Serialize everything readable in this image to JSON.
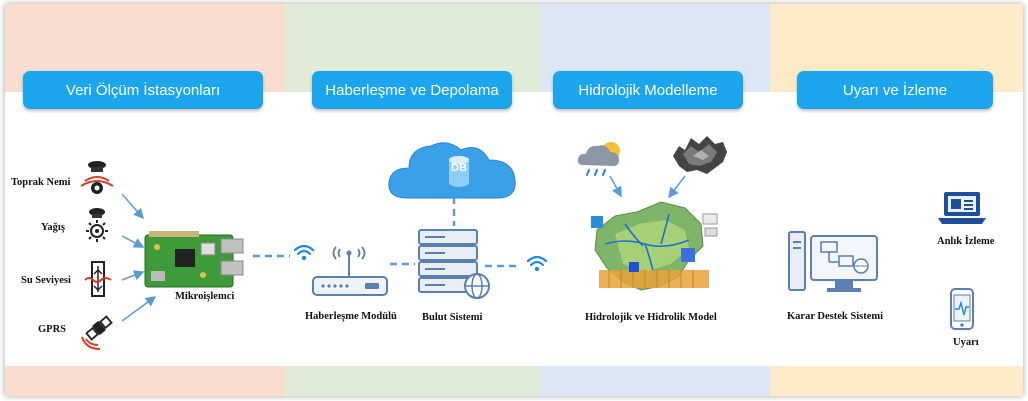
{
  "phases": [
    "Veri Ölçüm İstasyonları",
    "Haberleşme ve Depolama",
    "Hidrolojik Modelleme",
    "Uyarı ve İzleme"
  ],
  "sensors": {
    "soil_moisture": "Toprak Nemi",
    "rainfall": "Yağış",
    "water_level": "Su Seviyesi",
    "gprs": "GPRS"
  },
  "microcontroller": "Mikroişlemci",
  "comm_module": "Haberleşme Modülü",
  "cloud_system": "Bulut Sistemi",
  "cloud_db": "DB",
  "hydro_model": "Hidrolojik ve Hidrolik Model",
  "decision_support": "Karar Destek Sistemi",
  "realtime_monitoring": "Anlık İzleme",
  "warning": "Uyarı",
  "colors": {
    "phase_blue": "#1ba5ec",
    "sensor_red": "#d4412a",
    "arrow_blue": "#5b9bd5",
    "link_blue": "#1e88e5"
  }
}
